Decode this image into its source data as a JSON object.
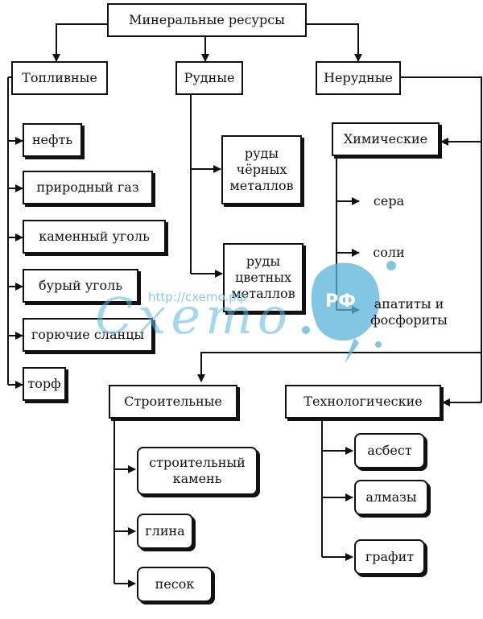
{
  "root": {
    "label": "Минеральные ресурсы"
  },
  "categories": {
    "fuel": "Топливные",
    "ore": "Рудные",
    "nonmetal": "Нерудные"
  },
  "fuel_items": [
    "нефть",
    "природный газ",
    "каменный уголь",
    "бурый уголь",
    "горючие сланцы",
    "торф"
  ],
  "ore_items": [
    [
      "руды",
      "чёрных",
      "металлов"
    ],
    [
      "руды",
      "цветных",
      "металлов"
    ]
  ],
  "chemical": {
    "label": "Химические",
    "items": [
      "сера",
      "соли",
      "апатиты и",
      "фосфориты"
    ]
  },
  "construction": {
    "label": "Строительные",
    "items": [
      [
        "строительный",
        "камень"
      ],
      [
        "глина"
      ],
      [
        "песок"
      ]
    ]
  },
  "technological": {
    "label": "Технологические",
    "items": [
      "асбест",
      "алмазы",
      "графит"
    ]
  },
  "watermark": {
    "url": "http://cxemo.pф",
    "text": "Cxemo",
    "badge": "PФ",
    "color": "#5ab4dc"
  }
}
